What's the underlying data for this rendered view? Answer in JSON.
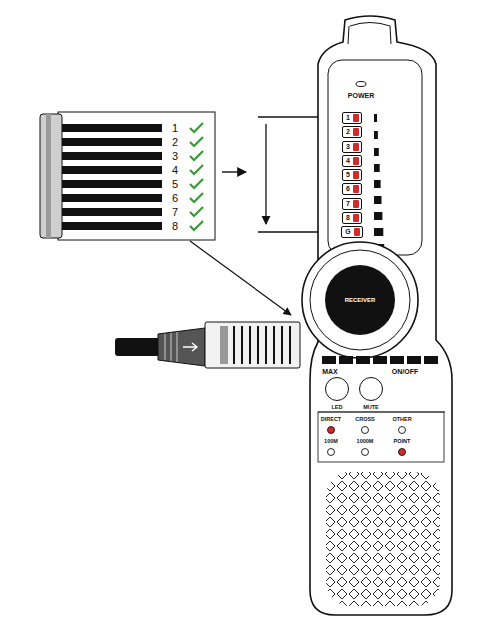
{
  "diagram": {
    "nodes": [
      {
        "text": [
          "1"
        ]
      },
      {
        "text": [
          "2"
        ]
      },
      {
        "text": [
          "3"
        ]
      },
      {
        "text": [
          "4"
        ]
      },
      {
        "text": [
          "5"
        ]
      },
      {
        "text": [
          "6"
        ]
      },
      {
        "text": [
          "7"
        ]
      },
      {
        "text": [
          "8"
        ]
      },
      {
        "text": [
          "G"
        ]
      },
      {
        "text": [
          "RECEIVER"
        ]
      },
      {
        "text": [
          "LED"
        ]
      },
      {
        "text": [
          "MUTE"
        ]
      }
    ],
    "labels": [
      "1",
      "2",
      "3",
      "4",
      "5",
      "6",
      "7",
      "8",
      "POWER",
      "MAX",
      "ON/OFF",
      "DIRECT",
      "CROSS",
      "OTHER",
      "100M",
      "1000M",
      "POINT"
    ]
  }
}
